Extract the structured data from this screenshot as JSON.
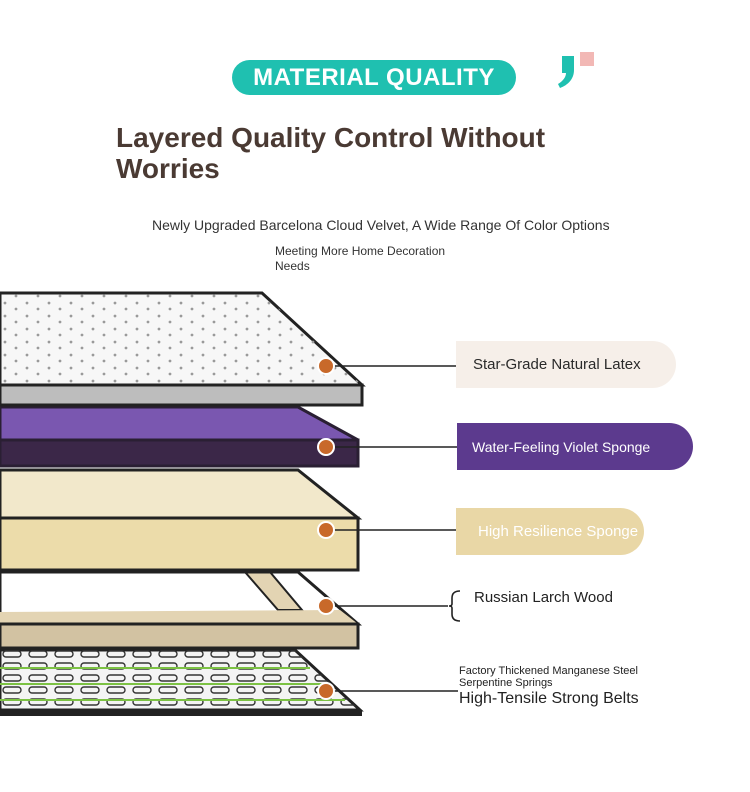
{
  "header": {
    "badge": "MATERIAL QUALITY",
    "title": "Layered Quality Control Without Worries",
    "subtitle": "Newly Upgraded Barcelona Cloud Velvet, A Wide Range Of Color Options",
    "subtitle2": "Meeting More Home Decoration Needs"
  },
  "layers": {
    "latex": "Star-Grade Natural Latex",
    "violet": "Water-Feeling Violet Sponge",
    "resilience": "High Resilience Sponge",
    "wood": "Russian Larch Wood",
    "springs_small": "Factory Thickened Manganese Steel Serpentine Springs",
    "springs_big": "High-Tensile Strong Belts"
  },
  "colors": {
    "accent_teal": "#1fc0b0",
    "title_brown": "#4a3a33",
    "violet": "#5c3a8e",
    "cream": "#f0e6c2",
    "wood": "#d2c2a2",
    "marker": "#c8692a"
  },
  "icons": {
    "quote": "quote-mark-icon",
    "marker": "orange-dot-marker-icon"
  }
}
